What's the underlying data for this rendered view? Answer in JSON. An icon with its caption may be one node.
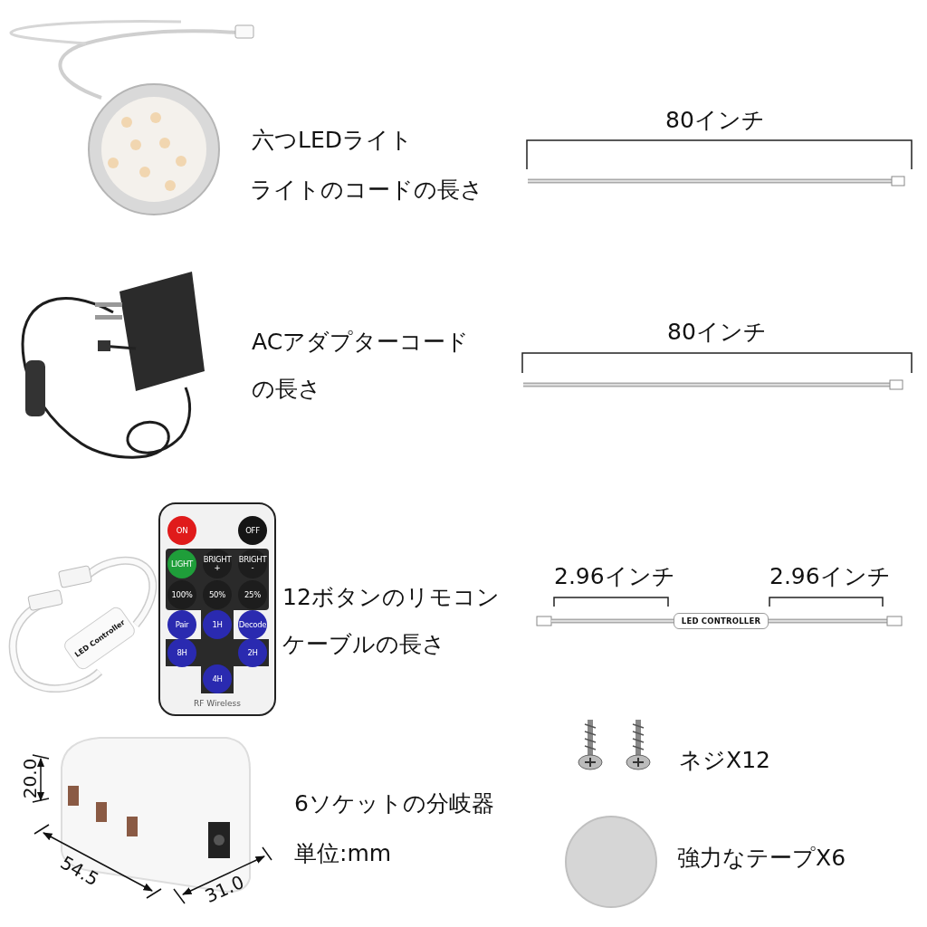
{
  "diagram": {
    "labels": [
      "六つLEDライト",
      "ライトのコードの長さ",
      "80インチ",
      "ACアダプターコードの長さ",
      "80インチ",
      "ON",
      "OFF",
      "LIGHT",
      "BRIGHT +",
      "BRIGHT -",
      "100%",
      "50%",
      "25%",
      "Pair",
      "1H",
      "Decode",
      "8H",
      "2H",
      "4H",
      "RF Wireless",
      "LED Controller",
      "12ボタンのリモコンケーブルの長さ",
      "2.96インチ",
      "2.96インチ",
      "LED CONTROLLER",
      "ネジX12",
      "20.0",
      "54.5",
      "31.0",
      "6ソケットの分岐器",
      "単位:mm",
      "強力なテープX6"
    ]
  }
}
